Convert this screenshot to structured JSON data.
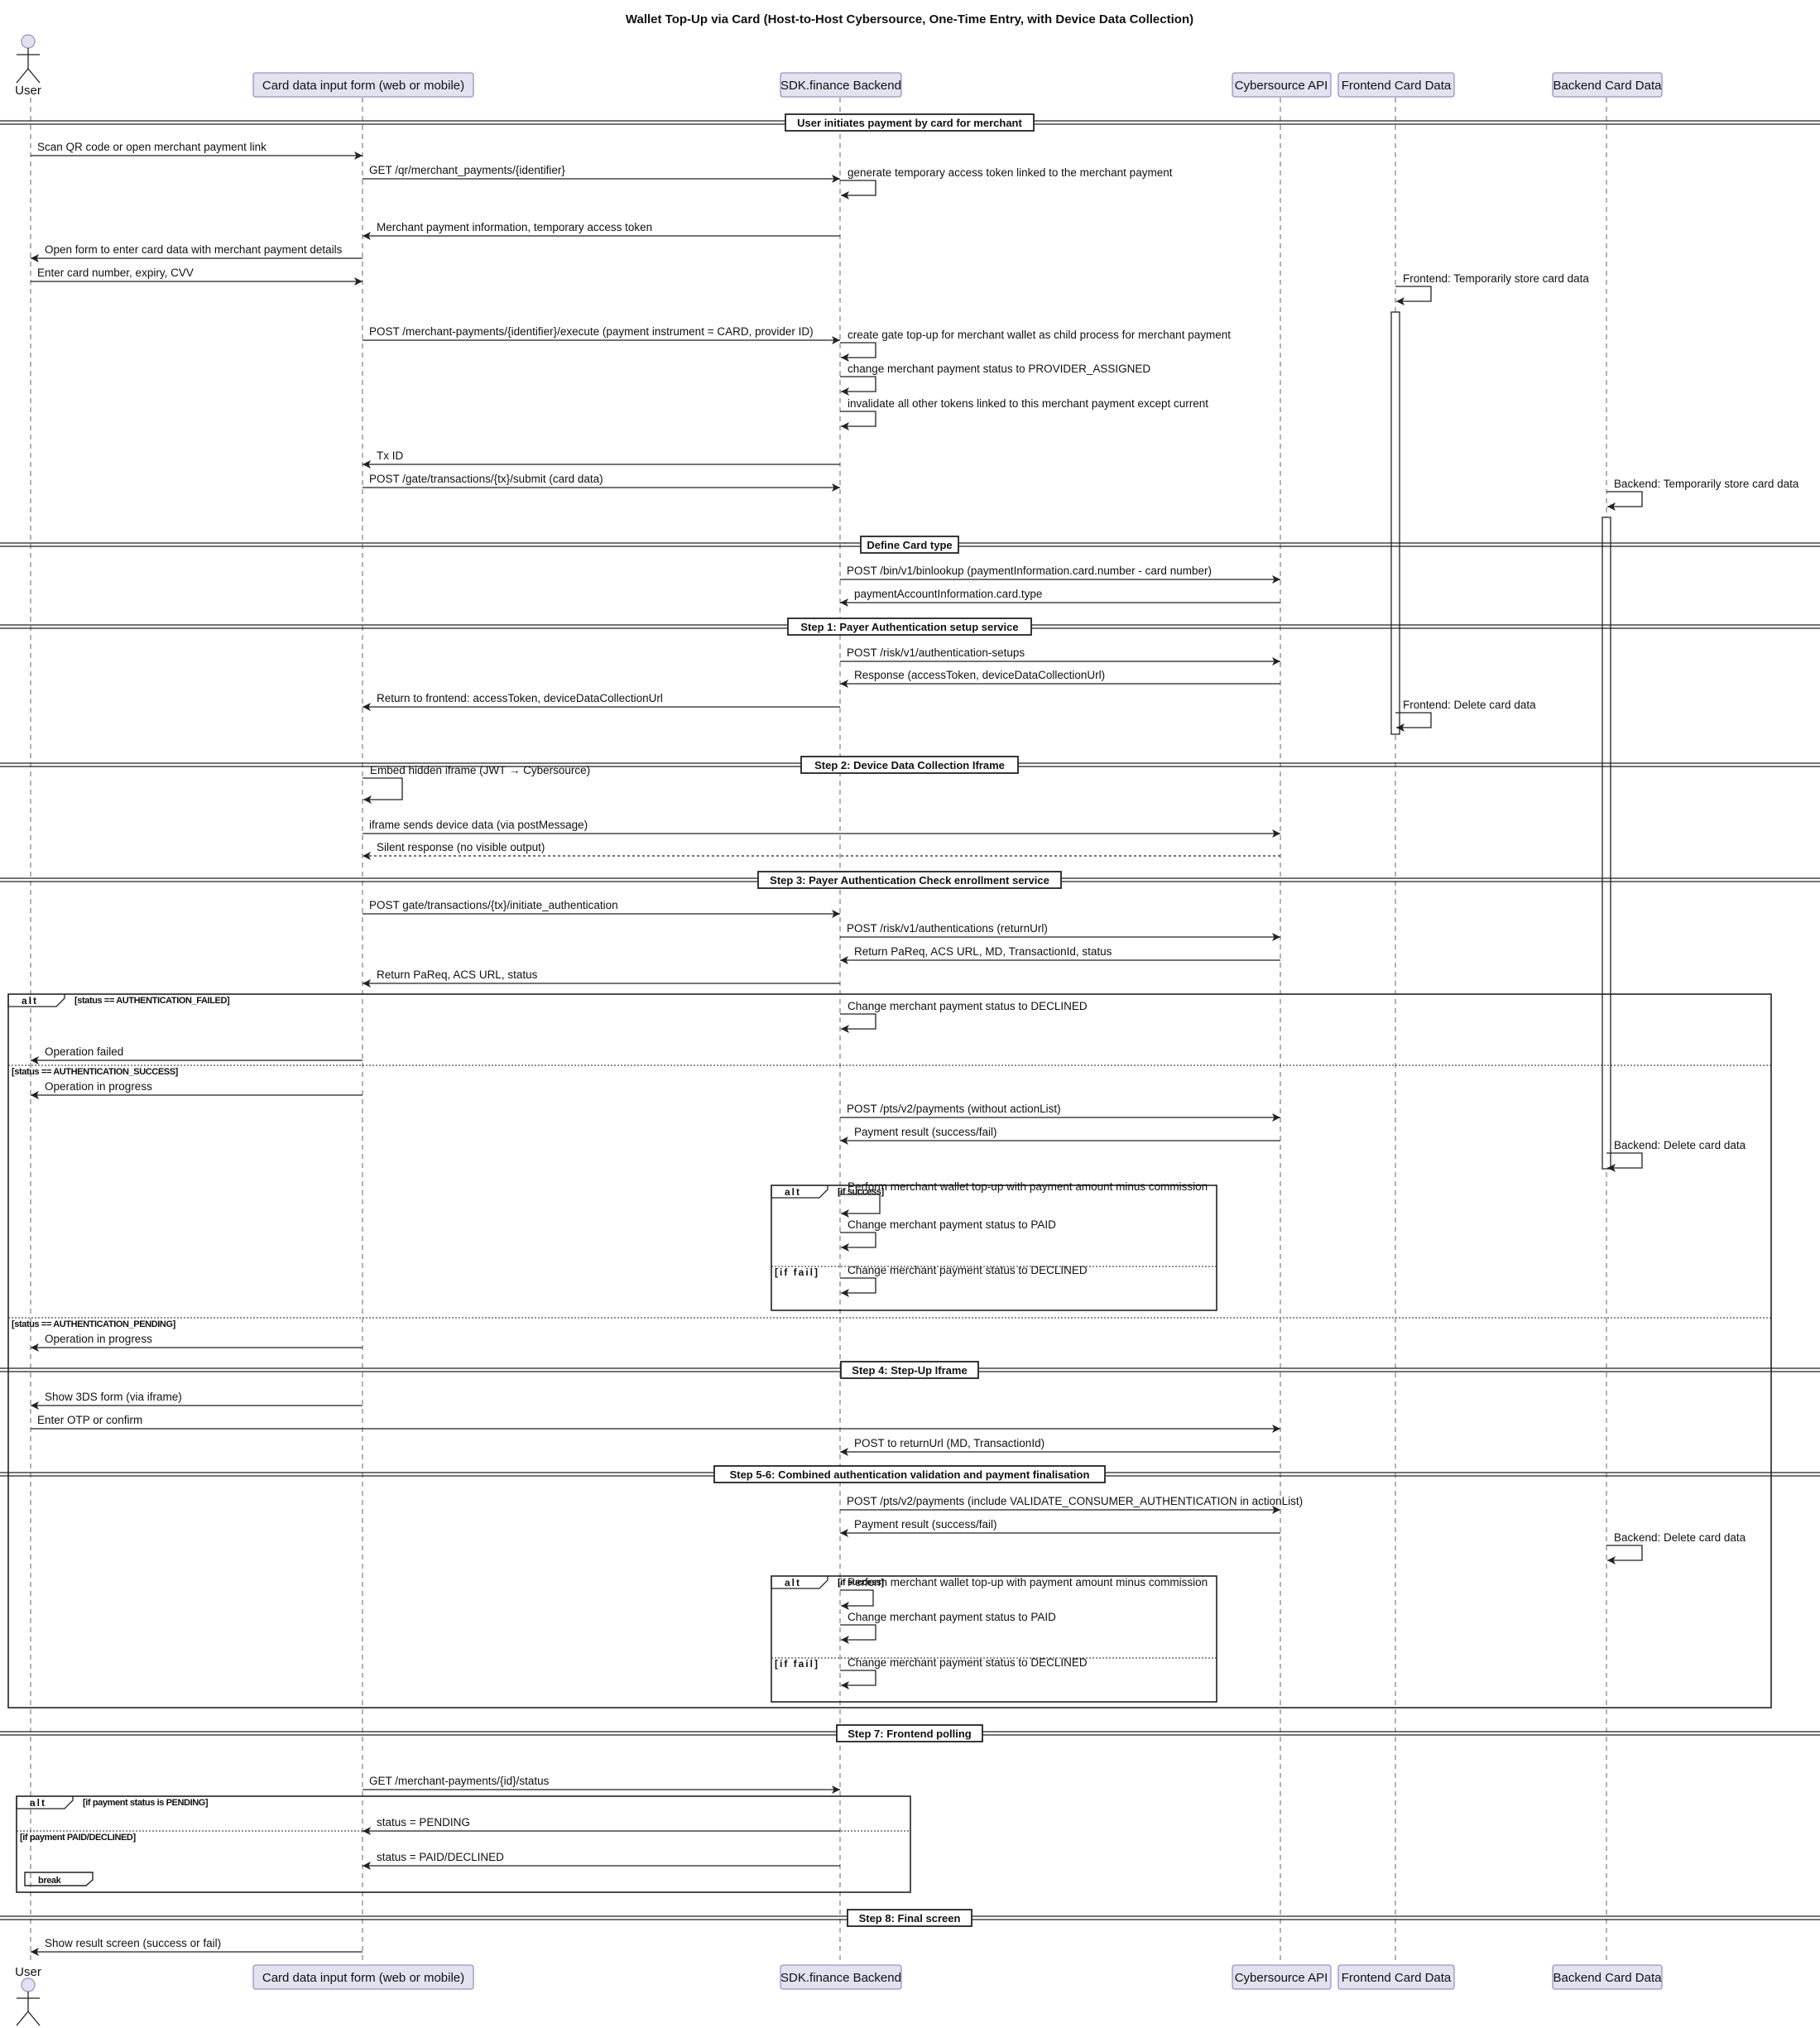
{
  "title": "Wallet Top-Up via Card (Host-to-Host Cybersource, One-Time Entry, with Device Data Collection)",
  "participants": {
    "user": "User",
    "form": "Card data input form (web or mobile)",
    "backend": "SDK.finance Backend",
    "cybersource": "Cybersource API",
    "frontend_data": "Frontend Card Data",
    "backend_data": "Backend Card Data"
  },
  "dividers": [
    "User initiates payment by card for merchant",
    "Define Card type",
    "Step 1: Payer Authentication setup service",
    "Step 2: Device Data Collection Iframe",
    "Step 3: Payer Authentication Check enrollment service",
    "Step 4: Step-Up Iframe",
    "Step 5-6: Combined authentication validation and payment finalisation",
    "Step 7: Frontend polling",
    "Step 8: Final screen"
  ],
  "messages": [
    "Scan QR code or open merchant payment link",
    "GET /qr/merchant_payments/{identifier}",
    "generate temporary access token linked to the merchant payment",
    "Merchant payment information, temporary access token",
    "Open form to enter card data with merchant payment details",
    "Enter card number, expiry, CVV",
    "Frontend: Temporarily store card data",
    "POST /merchant-payments/{identifier}/execute (payment instrument = CARD, provider ID)",
    "create gate top-up for merchant wallet as child process for merchant payment",
    "change merchant payment status to PROVIDER_ASSIGNED",
    "invalidate all other tokens linked to this merchant payment except current",
    "Tx ID",
    "POST /gate/transactions/{tx}/submit (card data)",
    "Backend: Temporarily store card data",
    "POST /bin/v1/binlookup (paymentInformation.card.number - card number)",
    "paymentAccountInformation.card.type",
    "POST /risk/v1/authentication-setups",
    "Response (accessToken, deviceDataCollectionUrl)",
    "Return to frontend: accessToken, deviceDataCollectionUrl",
    "Frontend: Delete card data",
    "Embed hidden iframe (JWT → Cybersource)",
    "iframe sends device data (via postMessage)",
    "Silent response (no visible output)",
    "POST gate/transactions/{tx}/initiate_authentication",
    "POST /risk/v1/authentications (returnUrl)",
    "Return PaReq, ACS URL, MD, TransactionId, status",
    "Return PaReq, ACS URL, status",
    "Change merchant payment status to DECLINED",
    "Operation failed",
    "Operation in progress",
    "POST /pts/v2/payments (without actionList)",
    "Payment result (success/fail)",
    "Backend: Delete card data",
    "Perform merchant wallet top-up with payment amount minus commission",
    "Change merchant payment status to PAID",
    "Change merchant payment status to DECLINED",
    "Operation in progress",
    "Show 3DS form (via iframe)",
    "Enter OTP or confirm",
    "POST to returnUrl (MD, TransactionId)",
    "POST /pts/v2/payments (include VALIDATE_CONSUMER_AUTHENTICATION in actionList)",
    "Payment result (success/fail)",
    "Backend: Delete card data",
    "Perform merchant wallet top-up with payment amount minus commission",
    "Change merchant payment status to PAID",
    "Change merchant payment status to DECLINED",
    "GET /merchant-payments/{id}/status",
    "status = PENDING",
    "status = PAID/DECLINED",
    "Show result screen (success or fail)"
  ],
  "fragments": {
    "alt_keyword": "alt",
    "break_keyword": "break",
    "auth_failed": "[status == AUTHENTICATION_FAILED]",
    "auth_success": "[status == AUTHENTICATION_SUCCESS]",
    "auth_pending": "[status == AUTHENTICATION_PENDING]",
    "if_success": "[if success]",
    "if_fail": "[if fail]",
    "if_pending": "[if payment status is PENDING]",
    "if_paid_declined": "[if payment PAID/DECLINED]"
  },
  "colors": {
    "participant_fill": "#e2e2f0",
    "participant_border": "#9b93c4",
    "line": "#222222",
    "lifeline": "#888888"
  }
}
